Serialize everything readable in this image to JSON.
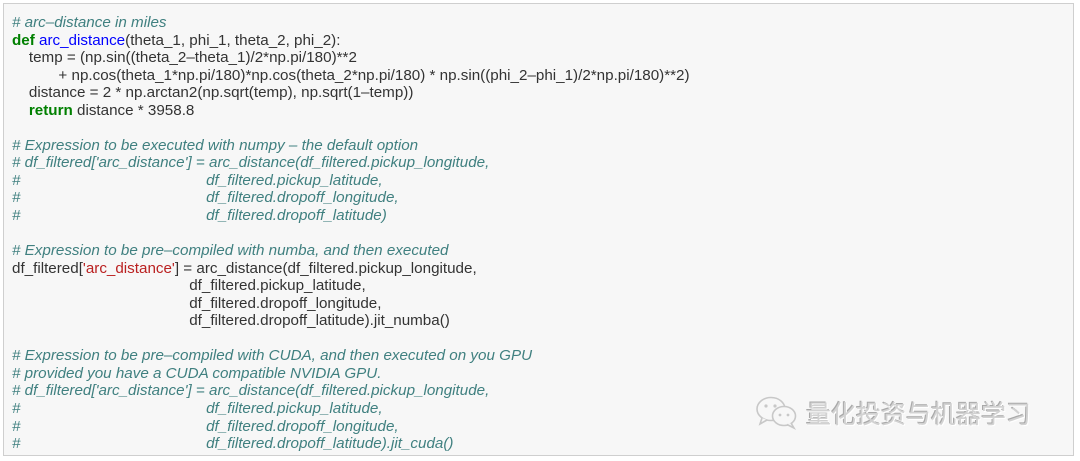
{
  "code_block": {
    "lines": [
      [
        {
          "t": "cm",
          "v": "# arc–distance in miles"
        }
      ],
      [
        {
          "t": "kw",
          "v": "def"
        },
        {
          "t": "pl",
          "v": " "
        },
        {
          "t": "fn",
          "v": "arc_distance"
        },
        {
          "t": "pl",
          "v": "(theta_1, phi_1, theta_2, phi_2):"
        }
      ],
      [
        {
          "t": "pl",
          "v": "    temp = (np.sin((theta_2–theta_1)/2*np.pi/180)**2"
        }
      ],
      [
        {
          "t": "pl",
          "v": "           + np.cos(theta_1*np.pi/180)*np.cos(theta_2*np.pi/180) * np.sin((phi_2–phi_1)/2*np.pi/180)**2)"
        }
      ],
      [
        {
          "t": "pl",
          "v": "    distance = 2 * np.arctan2(np.sqrt(temp), np.sqrt(1–temp))"
        }
      ],
      [
        {
          "t": "pl",
          "v": "    "
        },
        {
          "t": "kw",
          "v": "return"
        },
        {
          "t": "pl",
          "v": " distance * 3958.8"
        }
      ],
      [],
      [
        {
          "t": "cm",
          "v": "# Expression to be executed with numpy – the default option"
        }
      ],
      [
        {
          "t": "cm",
          "v": "# df_filtered['arc_distance'] = arc_distance(df_filtered.pickup_longitude,"
        }
      ],
      [
        {
          "t": "cm",
          "v": "#                                            df_filtered.pickup_latitude,"
        }
      ],
      [
        {
          "t": "cm",
          "v": "#                                            df_filtered.dropoff_longitude,"
        }
      ],
      [
        {
          "t": "cm",
          "v": "#                                            df_filtered.dropoff_latitude)"
        }
      ],
      [],
      [
        {
          "t": "cm",
          "v": "# Expression to be pre–compiled with numba, and then executed"
        }
      ],
      [
        {
          "t": "pl",
          "v": "df_filtered["
        },
        {
          "t": "st",
          "v": "'arc_distance'"
        },
        {
          "t": "pl",
          "v": "] = arc_distance(df_filtered.pickup_longitude,"
        }
      ],
      [
        {
          "t": "pl",
          "v": "                                          df_filtered.pickup_latitude,"
        }
      ],
      [
        {
          "t": "pl",
          "v": "                                          df_filtered.dropoff_longitude,"
        }
      ],
      [
        {
          "t": "pl",
          "v": "                                          df_filtered.dropoff_latitude).jit_numba()"
        }
      ],
      [],
      [
        {
          "t": "cm",
          "v": "# Expression to be pre–compiled with CUDA, and then executed on you GPU"
        }
      ],
      [
        {
          "t": "cm",
          "v": "# provided you have a CUDA compatible NVIDIA GPU."
        }
      ],
      [
        {
          "t": "cm",
          "v": "# df_filtered['arc_distance'] = arc_distance(df_filtered.pickup_longitude,"
        }
      ],
      [
        {
          "t": "cm",
          "v": "#                                            df_filtered.pickup_latitude,"
        }
      ],
      [
        {
          "t": "cm",
          "v": "#                                            df_filtered.dropoff_longitude,"
        }
      ],
      [
        {
          "t": "cm",
          "v": "#                                            df_filtered.dropoff_latitude).jit_cuda()"
        }
      ]
    ]
  },
  "watermark": {
    "icon": "wechat-icon",
    "text": "量化投资与机器学习"
  },
  "colors": {
    "background": "#f7f7f7",
    "border": "#cfcfcf",
    "text": "#333333",
    "comment": "#408080",
    "keyword": "#008000",
    "function_name": "#0000ff",
    "string": "#ba2121"
  }
}
